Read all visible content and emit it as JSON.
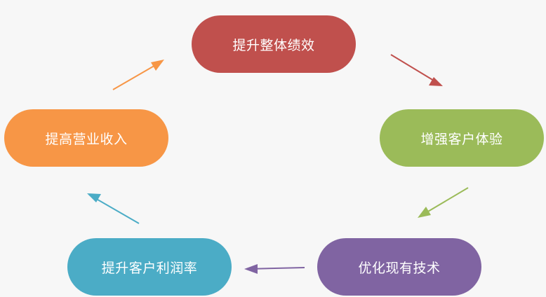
{
  "diagram": {
    "nodes": [
      {
        "id": "top",
        "label": "提升整体绩效",
        "color": "#c0504d"
      },
      {
        "id": "right",
        "label": "增强客户体验",
        "color": "#9bbb59"
      },
      {
        "id": "bottomright",
        "label": "优化现有技术",
        "color": "#8064a2"
      },
      {
        "id": "bottomleft",
        "label": "提升客户利润率",
        "color": "#4bacc6"
      },
      {
        "id": "left",
        "label": "提高营业收入",
        "color": "#f79646"
      }
    ],
    "edges": [
      {
        "from": "top",
        "to": "right",
        "color": "#c0504d"
      },
      {
        "from": "right",
        "to": "bottomright",
        "color": "#9bbb59"
      },
      {
        "from": "bottomright",
        "to": "bottomleft",
        "color": "#8064a2"
      },
      {
        "from": "bottomleft",
        "to": "left",
        "color": "#4bacc6"
      },
      {
        "from": "left",
        "to": "top",
        "color": "#f79646"
      }
    ]
  }
}
